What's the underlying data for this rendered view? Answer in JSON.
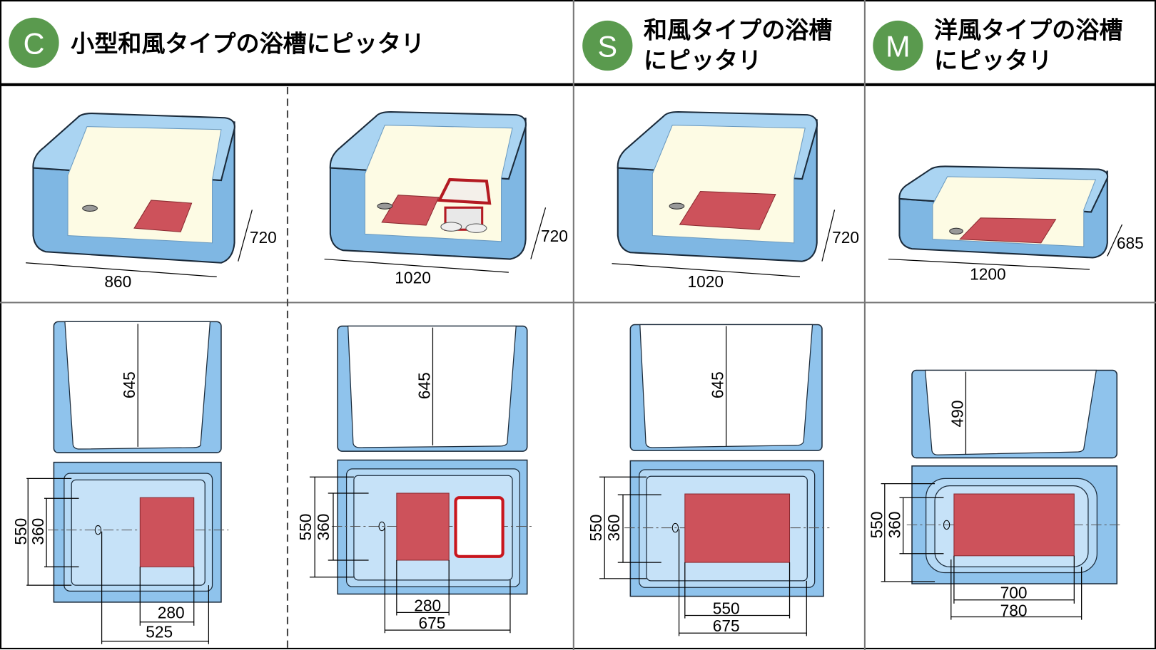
{
  "header": {
    "c": {
      "badge": "C",
      "title": "小型和風タイプの浴槽にピッタリ"
    },
    "s": {
      "badge": "S",
      "title_line1": "和風タイプの浴槽",
      "title_line2": "にピッタリ"
    },
    "m": {
      "badge": "M",
      "title_line1": "洋風タイプの浴槽",
      "title_line2": "にピッタリ"
    }
  },
  "colors": {
    "badge": "#5a9a4e",
    "tub": "#7fb7e3",
    "mat": "#cd525b"
  },
  "panels": [
    {
      "width": "860",
      "height": "720",
      "depth": "645",
      "outer": "550",
      "inner": "360",
      "mat_w": "280",
      "drain_to": "525"
    },
    {
      "width": "1020",
      "height": "720",
      "depth": "645",
      "outer": "550",
      "inner": "360",
      "mat_w": "280",
      "drain_to": "675"
    },
    {
      "width": "1020",
      "height": "720",
      "depth": "645",
      "outer": "550",
      "inner": "360",
      "mat_w": "550",
      "drain_to": "675"
    },
    {
      "width": "1200",
      "height": "685",
      "depth": "490",
      "outer": "550",
      "inner": "360",
      "mat_w": "700",
      "drain_to": "780"
    }
  ]
}
